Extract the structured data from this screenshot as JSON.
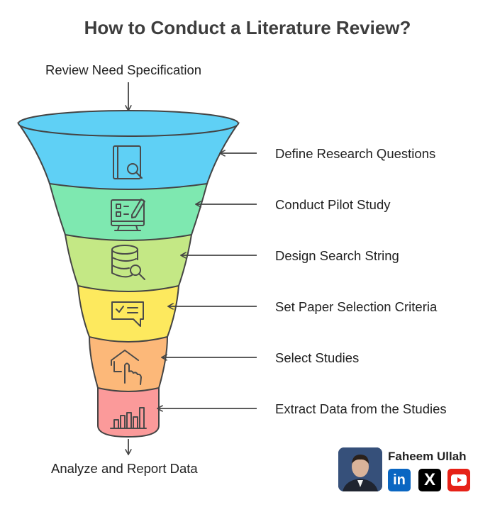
{
  "title": "How to Conduct a Literature Review?",
  "input": "Review Need Specification",
  "output": "Analyze and Report Data",
  "stages": [
    {
      "label": "Define Research Questions",
      "color": "#5fd0f5",
      "icon": "book-search-icon"
    },
    {
      "label": "Conduct Pilot Study",
      "color": "#7ee8b0",
      "icon": "monitor-checklist-pen-icon"
    },
    {
      "label": "Design Search String",
      "color": "#c4e885",
      "icon": "database-search-icon"
    },
    {
      "label": "Set Paper Selection Criteria",
      "color": "#fde95e",
      "icon": "checklist-message-icon"
    },
    {
      "label": "Select Studies",
      "color": "#fcb879",
      "icon": "hand-tap-house-icon"
    },
    {
      "label": "Extract Data from the Studies",
      "color": "#fb9a9a",
      "icon": "bar-chart-icon"
    }
  ],
  "author": {
    "name": "Faheem Ullah",
    "social": [
      "linkedin-icon",
      "x-icon",
      "youtube-icon"
    ],
    "linkedin_text": "in",
    "x_text": "X"
  }
}
